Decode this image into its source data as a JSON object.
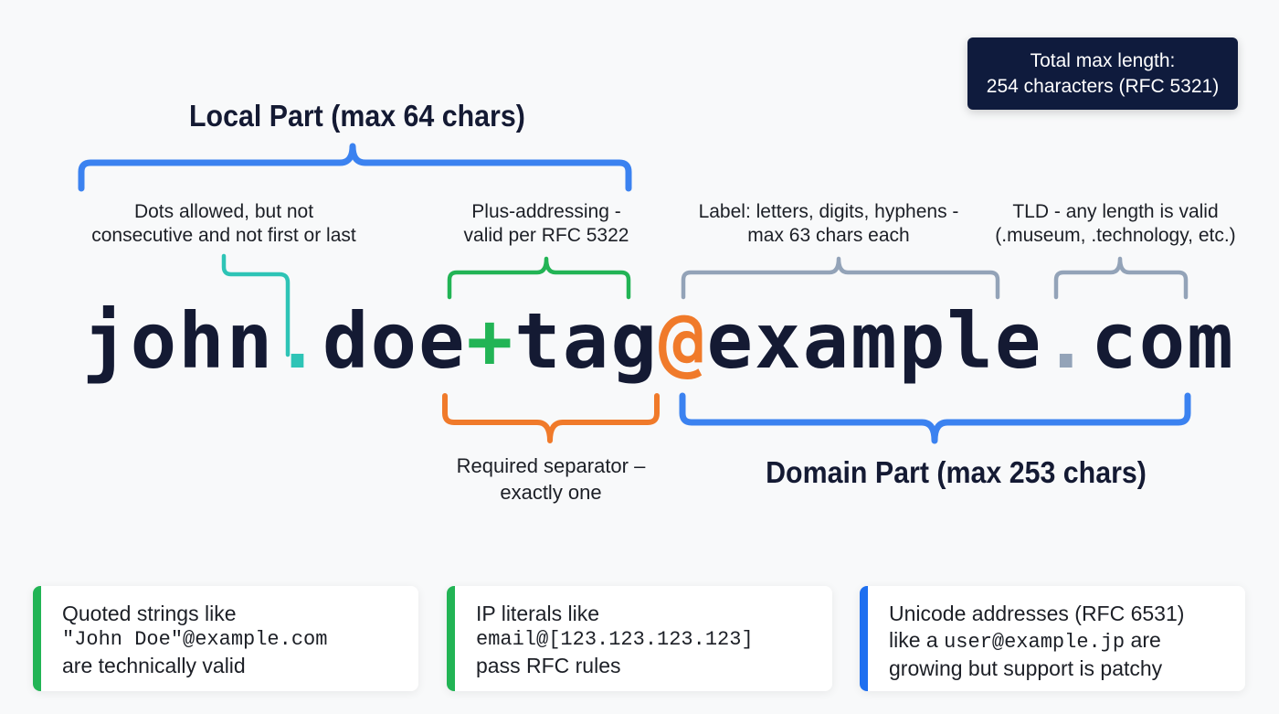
{
  "total_box": {
    "line1": "Total max length:",
    "line2": "254 characters (RFC 5321)"
  },
  "local_part": {
    "title": "Local Part (max 64 chars)",
    "bracket_color": "#3b82f0"
  },
  "domain_part": {
    "title": "Domain Part (max 253 chars)",
    "bracket_color": "#3b82f0"
  },
  "annotations": {
    "dots": {
      "line1": "Dots allowed, but not",
      "line2": "consecutive and not first or last",
      "color": "#2ec4b6"
    },
    "plus": {
      "line1": "Plus-addressing -",
      "line2": "valid per RFC 5322",
      "color": "#22b455"
    },
    "label": {
      "line1": "Label: letters, digits, hyphens -",
      "line2": "max 63 chars each",
      "color": "#93a3b8"
    },
    "tld": {
      "line1": "TLD - any length is valid",
      "line2": "(.museum, .technology, etc.)",
      "color": "#93a3b8"
    },
    "separator": {
      "line1": "Required separator –",
      "line2": "exactly one",
      "color": "#f07a2a"
    }
  },
  "email": {
    "part1": "john",
    "dot1": ".",
    "part2": "doe",
    "plus": "+",
    "part3": "tag",
    "at": "@",
    "part4": "example",
    "dot2": ".",
    "part5": "com"
  },
  "cards": [
    {
      "accent": "#22b455",
      "line1": "Quoted strings like",
      "code": "\"John Doe\"@example.com",
      "line3": "are technically valid"
    },
    {
      "accent": "#22b455",
      "line1": "IP literals like",
      "code": "email@[123.123.123.123]",
      "line3": "pass RFC rules"
    },
    {
      "accent": "#1e6ff0",
      "line1": "Unicode addresses (RFC 6531)",
      "line2_prefix": "like a ",
      "code": "user@example.jp",
      "line2_suffix": " are",
      "line3": "growing but support is patchy"
    }
  ]
}
